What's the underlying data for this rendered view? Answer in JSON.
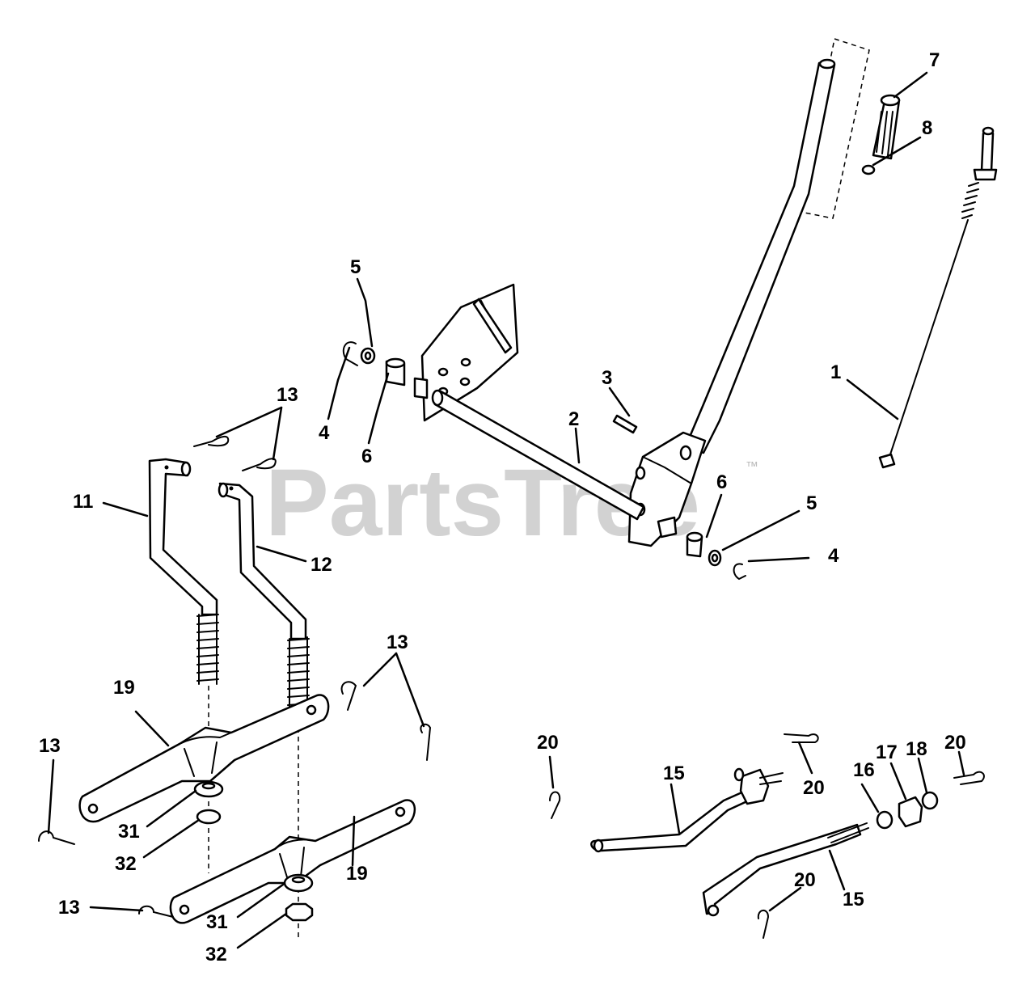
{
  "watermark": {
    "text": "PartsTree",
    "trademark": "™"
  },
  "colors": {
    "line": "#000000",
    "background": "#ffffff",
    "watermark": "#c4c4c4"
  },
  "callouts": {
    "c1": "1",
    "c2": "2",
    "c3": "3",
    "c4a": "4",
    "c4b": "4",
    "c5a": "5",
    "c5b": "5",
    "c6a": "6",
    "c6b": "6",
    "c7": "7",
    "c8": "8",
    "c11": "11",
    "c12": "12",
    "c13a": "13",
    "c13b": "13",
    "c13c": "13",
    "c13d": "13",
    "c15a": "15",
    "c15b": "15",
    "c16": "16",
    "c17": "17",
    "c18": "18",
    "c19a": "19",
    "c19b": "19",
    "c20a": "20",
    "c20b": "20",
    "c20c": "20",
    "c20d": "20",
    "c31a": "31",
    "c31b": "31",
    "c32a": "32",
    "c32b": "32"
  }
}
